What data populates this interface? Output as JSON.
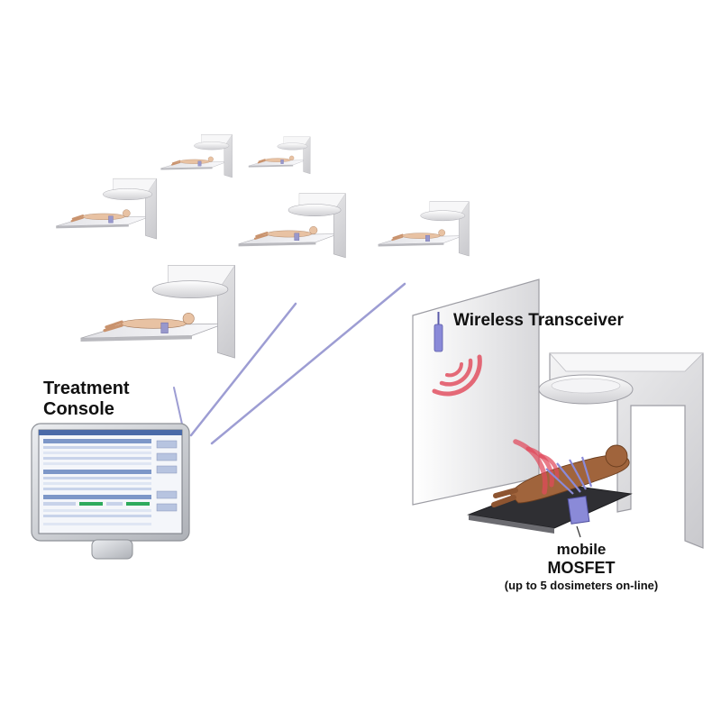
{
  "labels": {
    "treatment_console_line1": "Treatment",
    "treatment_console_line2": "Console",
    "wireless_transceiver": "Wireless Transceiver",
    "mosfet_line1": "mobile",
    "mosfet_line2": "MOSFET",
    "mosfet_line3": "(up to 5 dosimeters on-line)"
  },
  "colors": {
    "link_line": "#8c8ccc",
    "wave": "#e04a5c",
    "linac_body": "#f2f2f3",
    "patient_pale": "#e8c2a3",
    "patient_dark": "#a0643c",
    "console_frame": "#d4d6da",
    "ui_header": "#4a6aa8",
    "ui_green": "#2eaa5c"
  }
}
